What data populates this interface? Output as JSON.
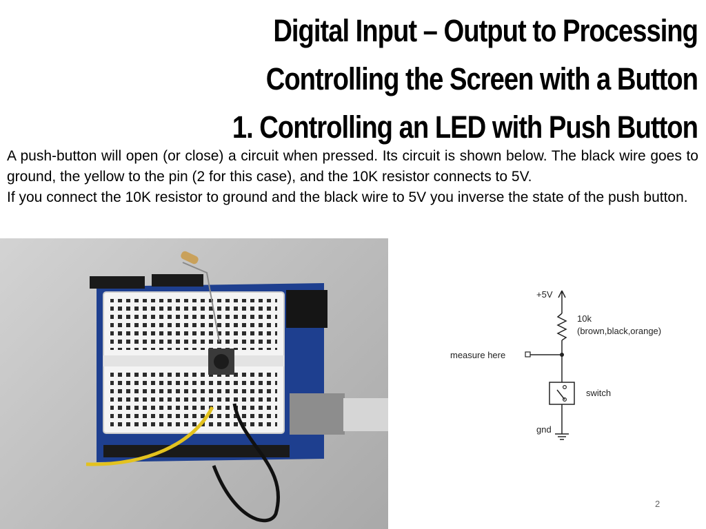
{
  "slide": {
    "title_line1": "Digital Input – Output to Processing",
    "title_line2": "Controlling the Screen with a Button",
    "title_line3": "1. Controlling an LED with Push Button",
    "paragraph1": "A push-button will open (or close) a circuit when pressed. Its circuit is shown below. The black wire goes to ground, the yellow to the pin (2 for this case), and the 10K resistor connects to 5V.",
    "paragraph2": "If you connect the 10K resistor to ground and the black wire to 5V you inverse the state of the push button.",
    "page_number": "2"
  },
  "schematic": {
    "supply_label": "+5V",
    "resistor_value": "10k",
    "resistor_colors": "(brown,black,orange)",
    "measure_label": "measure here",
    "switch_label": "switch",
    "ground_label": "gnd"
  },
  "colors": {
    "arduino_board": "#1e3f8f",
    "breadboard": "#f4f4f4",
    "yellow_wire": "#e3c21e",
    "black_wire": "#111111"
  }
}
